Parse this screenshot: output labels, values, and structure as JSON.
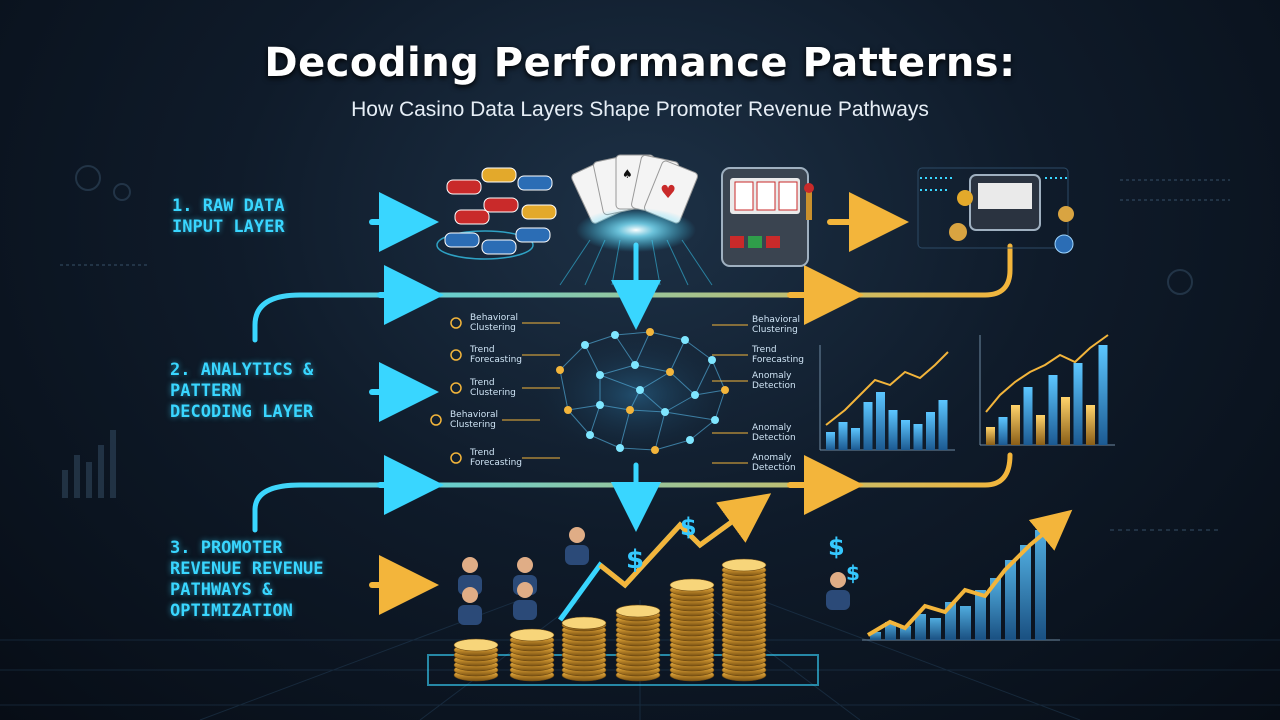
{
  "title": "Decoding Performance Patterns:",
  "subtitle": "How Casino Data Layers Shape Promoter Revenue Pathways",
  "layers": [
    {
      "label": "1. RAW DATA\nINPUT LAYER"
    },
    {
      "label": "2. ANALYTICS &\nPATTERN\nDECODING LAYER"
    },
    {
      "label": "3. PROMOTER\nREVENUE REVENUE\nPATHWAYS &\nOPTIMIZATION"
    }
  ],
  "brain_labels_left": [
    "Behavioral Clustering",
    "Trend Forecasting",
    "Trend Clustering",
    "Behavioral Clustering",
    "Trend Forecasting"
  ],
  "brain_labels_right": [
    "Behavioral Clustering",
    "Trend Forecasting",
    "Anomaly Detection",
    "Anomaly Detection",
    "Anomaly Detection"
  ],
  "icons": [
    "casino-chips-icon",
    "playing-cards-icon",
    "slot-machine-icon",
    "brain-network-icon",
    "bar-chart-icon",
    "coin-stack-icon",
    "dollar-icon",
    "person-icon"
  ],
  "colors": {
    "accent_cyan": "#39d6ff",
    "accent_gold": "#f3b53b",
    "bar_blue": "#2f8fd8",
    "coin_gold": "#d9a441"
  },
  "dollar_sign": "$"
}
